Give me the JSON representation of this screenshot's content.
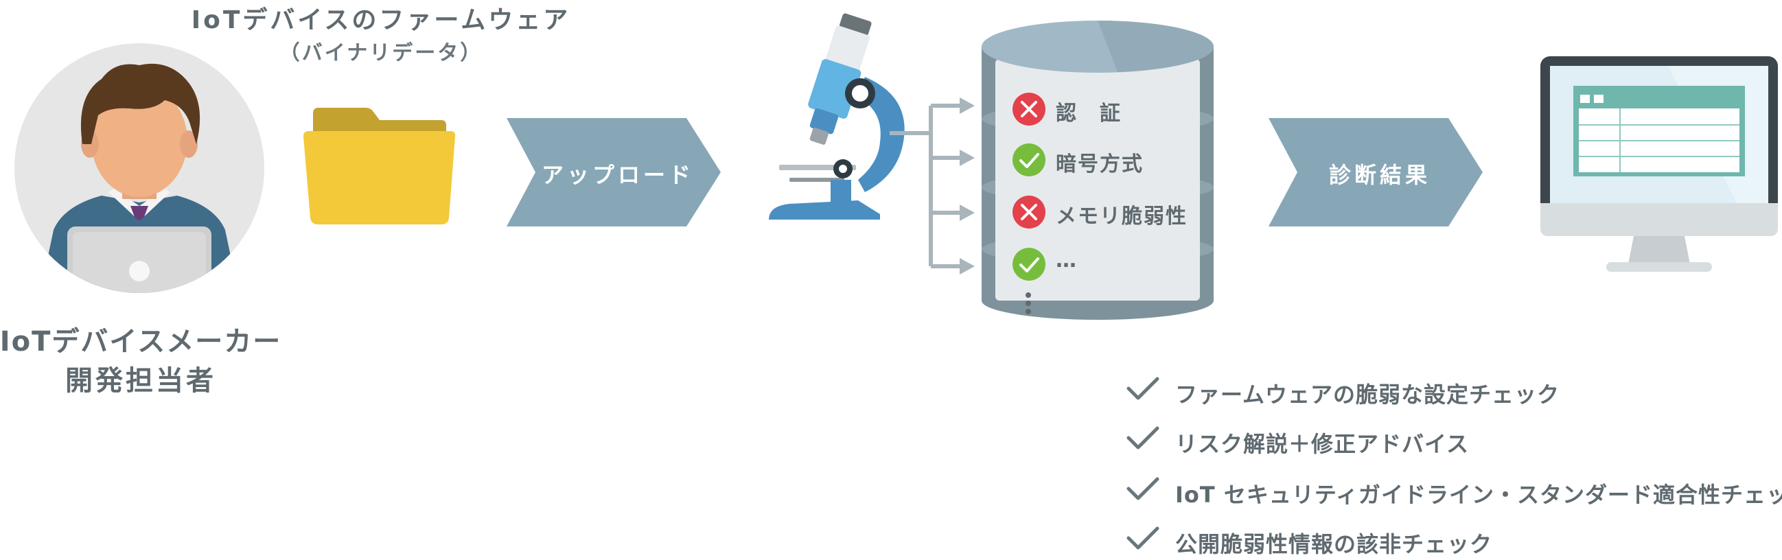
{
  "firmware": {
    "title": "IoTデバイスのファームウェア",
    "subtitle": "（バイナリデータ）"
  },
  "maker": {
    "line1": "IoTデバイスメーカー",
    "line2": "開発担当者"
  },
  "arrows": {
    "upload": "アップロード",
    "result": "診断結果"
  },
  "database": {
    "items": [
      {
        "status": "fail",
        "label": "認　証"
      },
      {
        "status": "pass",
        "label": "暗号方式"
      },
      {
        "status": "fail",
        "label": "メモリ脆弱性"
      },
      {
        "status": "pass",
        "label": "…"
      }
    ]
  },
  "features": [
    "ファームウェアの脆弱な設定チェック",
    "リスク解説＋修正アドバイス",
    "IoT セキュリティガイドライン・スタンダード適合性チェック",
    "公開脆弱性情報の該非チェック"
  ],
  "colors": {
    "arrow": "#87a7b7",
    "fail": "#e3414b",
    "pass": "#76bd3e",
    "db_body": "#7e929c",
    "db_panel": "#e7eaec",
    "text": "#5f6a70",
    "folder": "#f3c93a",
    "microscope": "#4b8fc2"
  },
  "icons": {
    "person": "developer-avatar-icon",
    "folder": "folder-icon",
    "microscope": "microscope-icon",
    "database": "database-icon",
    "monitor": "monitor-icon",
    "check": "check-icon",
    "cross": "cross-icon"
  }
}
